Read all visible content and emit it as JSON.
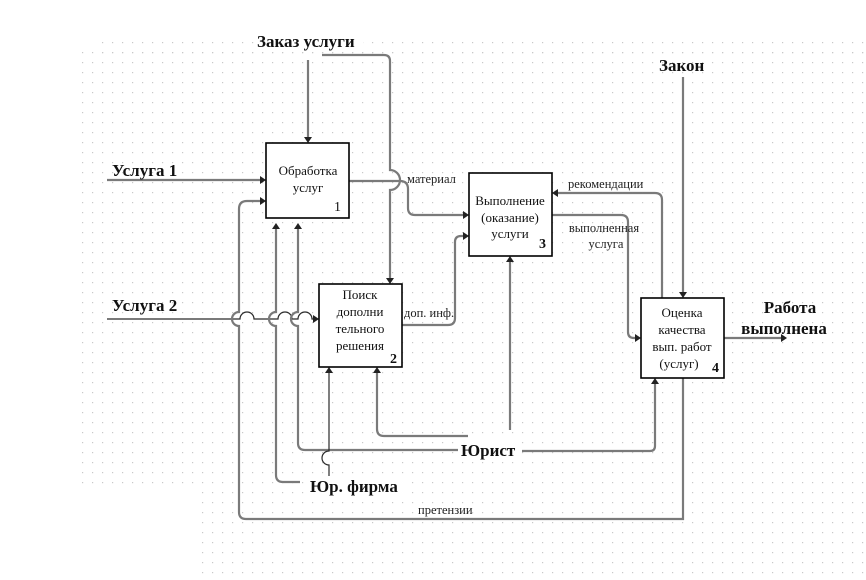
{
  "diagram": {
    "type": "IDEF0",
    "activities": [
      {
        "id": "1",
        "lines": [
          "Обработка",
          "услуг"
        ],
        "number": "1"
      },
      {
        "id": "2",
        "lines": [
          "Поиск",
          "дополни",
          "тельного",
          "решения"
        ],
        "number": "2"
      },
      {
        "id": "3",
        "lines": [
          "Выполнение",
          "(оказание)",
          "услуги"
        ],
        "number": "3"
      },
      {
        "id": "4",
        "lines": [
          "Оценка",
          "качества",
          "вып. работ",
          "(услуг)"
        ],
        "number": "4"
      }
    ],
    "external_labels": {
      "order": "Заказ услуги",
      "service1": "Услуга 1",
      "service2": "Услуга 2",
      "law": "Закон",
      "result_line1": "Работа",
      "result_line2": "выполнена",
      "lawyer": "Юрист",
      "law_firm": "Юр. фирма"
    },
    "arrow_labels": {
      "material": "материал",
      "recommendations": "рекомендации",
      "done_service_line1": "выполненная",
      "done_service_line2": "услуга",
      "extra_info": "доп. инф.",
      "claims": "претензии"
    },
    "colors": {
      "arrow": "#7a7a7a",
      "box_border": "#000000",
      "grid_dot": "#c8c8c8",
      "background": "#ffffff"
    }
  }
}
